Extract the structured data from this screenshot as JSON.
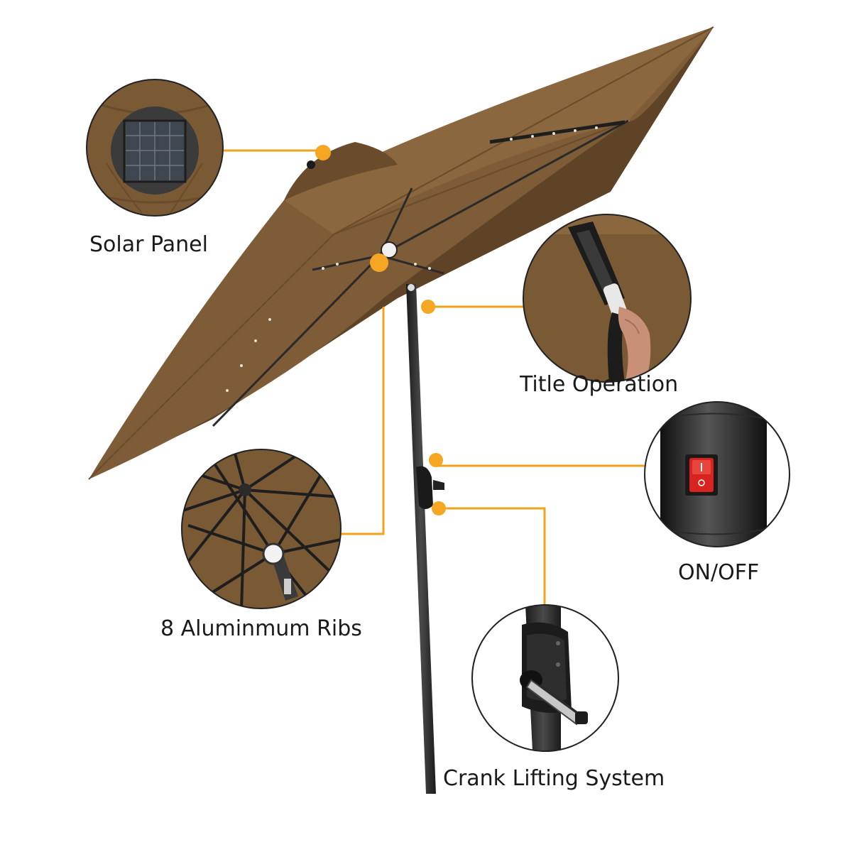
{
  "features": {
    "solar_panel": "Solar Panel",
    "tilt_operation": "Title Operation",
    "on_off": "ON/OFF",
    "ribs": "8 Aluminmum Ribs",
    "crank": "Crank Lifting System"
  },
  "colors": {
    "canopy": "#7a5a35",
    "canopy_dark": "#5e4327",
    "pole": "#2b2b2b",
    "callout_line": "#f2a21b",
    "callout_dot": "#f5a623",
    "switch_red": "#d9231f"
  },
  "icons": [
    "solar-panel-icon",
    "tilt-handle-icon",
    "power-switch-icon",
    "ribs-icon",
    "crank-handle-icon"
  ]
}
